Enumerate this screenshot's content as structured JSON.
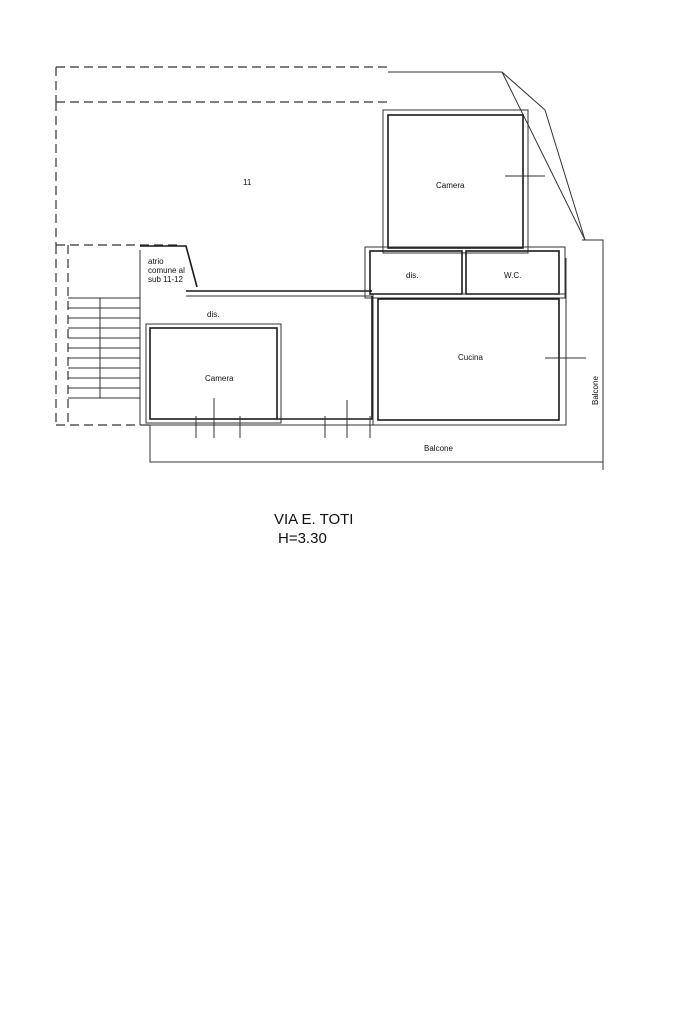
{
  "plan": {
    "unit_number": "11",
    "rooms": {
      "camera_top": "Camera",
      "dis_top": "dis.",
      "wc": "W.C.",
      "atrio_line1": "atrio",
      "atrio_line2": "comune al",
      "atrio_line3": "sub 11-12",
      "dis_left": "dis.",
      "camera_left": "Camera",
      "cucina": "Cucina",
      "balcone_bottom": "Balcone",
      "balcone_right": "Balcone"
    }
  },
  "caption": {
    "street": "VIA E. TOTI",
    "height": "H=3.30"
  }
}
